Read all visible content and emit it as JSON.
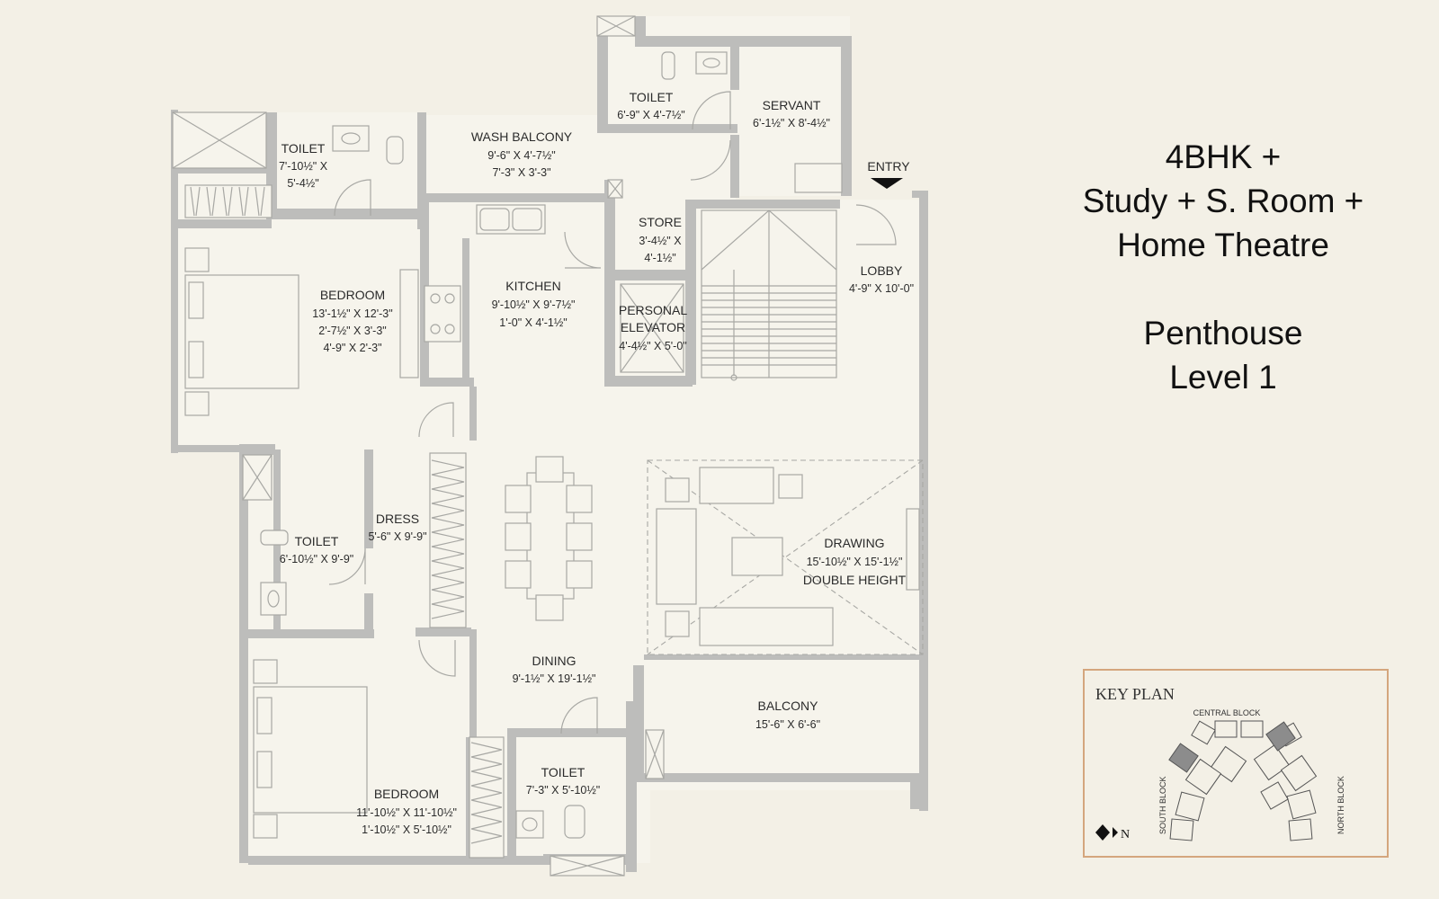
{
  "title": {
    "line1": "4BHK +",
    "line2": "Study + S. Room +",
    "line3": "Home Theatre",
    "line4": "Penthouse",
    "line5": "Level 1"
  },
  "entry_label": "ENTRY",
  "rooms": {
    "toilet_servant": {
      "name": "TOILET",
      "dim": [
        "6'-9\" X 4'-7½\""
      ]
    },
    "servant": {
      "name": "SERVANT",
      "dim": [
        "6'-1½\" X 8'-4½\""
      ]
    },
    "toilet_top_left": {
      "name": "TOILET",
      "dim": [
        "7'-10½\" X",
        "5'-4½\""
      ]
    },
    "wash_balcony": {
      "name": "WASH BALCONY",
      "dim": [
        "9'-6\" X 4'-7½\"",
        "7'-3\" X 3'-3\""
      ]
    },
    "store": {
      "name": "STORE",
      "dim": [
        "3'-4½\" X",
        "4'-1½\""
      ]
    },
    "lobby": {
      "name": "LOBBY",
      "dim": [
        "4'-9\" X 10'-0\""
      ]
    },
    "bedroom_top": {
      "name": "BEDROOM",
      "dim": [
        "13'-1½\" X 12'-3\"",
        "2'-7½\" X 3'-3\"",
        "4'-9\" X 2'-3\""
      ]
    },
    "kitchen": {
      "name": "KITCHEN",
      "dim": [
        "9'-10½\" X 9'-7½\"",
        "1'-0\" X 4'-1½\""
      ]
    },
    "personal_elevator": {
      "name": [
        "PERSONAL",
        "ELEVATOR"
      ],
      "dim": [
        "4'-4½\" X 5'-0\""
      ]
    },
    "dress": {
      "name": "DRESS",
      "dim": [
        "5'-6\" X 9'-9\""
      ]
    },
    "toilet_mid": {
      "name": "TOILET",
      "dim": [
        "6'-10½\" X 9'-9\""
      ]
    },
    "drawing": {
      "name": "DRAWING",
      "dim": [
        "15'-10½\" X 15'-1½\""
      ],
      "note": "DOUBLE HEIGHT"
    },
    "dining": {
      "name": "DINING",
      "dim": [
        "9'-1½\" X 19'-1½\""
      ]
    },
    "balcony": {
      "name": "BALCONY",
      "dim": [
        "15'-6\" X 6'-6\""
      ]
    },
    "toilet_bottom": {
      "name": "TOILET",
      "dim": [
        "7'-3\" X 5'-10½\""
      ]
    },
    "bedroom_bottom": {
      "name": "BEDROOM",
      "dim": [
        "11'-10½\" X 11'-10½\"",
        "1'-10½\" X 5'-10½\""
      ]
    }
  },
  "key_plan": {
    "title": "KEY PLAN",
    "central_block": "CENTRAL BLOCK",
    "south_block": "SOUTH BLOCK",
    "north_block": "NORTH BLOCK",
    "north_marker": "N"
  },
  "colors": {
    "background": "#f3f0e6",
    "wall": "#bdbdbb",
    "key_plan_border": "#d4a67d",
    "highlight_block": "#8c8c8c"
  }
}
